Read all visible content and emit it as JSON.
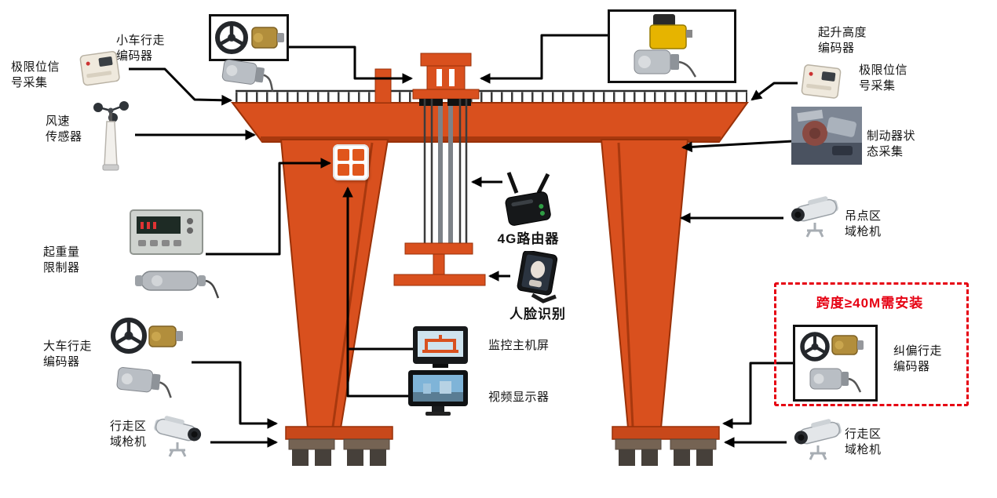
{
  "diagram": {
    "left": {
      "trolley_encoder": "小车行走\n编码器",
      "limit_signal": "极限位信\n号采集",
      "wind_sensor": "风速\n传感器",
      "load_limiter": "起重量\n限制器",
      "gantry_encoder": "大车行走\n编码器",
      "travel_camera": "行走区\n域枪机"
    },
    "right": {
      "hoist_height_encoder": "起升高度\n编码器",
      "limit_signal": "极限位信\n号采集",
      "brake_status": "制动器状\n态采集",
      "hoist_area_camera": "吊点区\n域枪机",
      "span_note": "跨度≥40M需安装",
      "correction_encoder": "纠偏行走\n编码器",
      "travel_camera": "行走区\n域枪机"
    },
    "center": {
      "router_4g": "4G路由器",
      "face_recognition": "人脸识别",
      "monitor_host": "监控主机屏",
      "video_display": "视频显示器"
    },
    "colors": {
      "crane_orange": "#d9501e",
      "crane_dark": "#993108",
      "wheel_brown": "#756353",
      "highlight_red": "#e60012",
      "line_black": "#000000"
    }
  }
}
